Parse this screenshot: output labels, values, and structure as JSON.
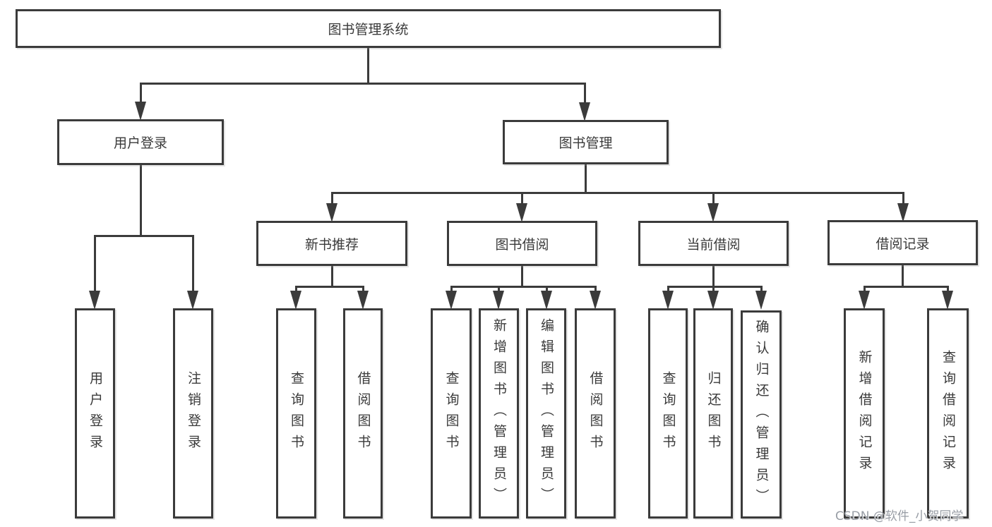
{
  "diagram": {
    "root": "图书管理系统",
    "level2": [
      "用户登录",
      "图书管理"
    ],
    "level3": [
      "新书推荐",
      "图书借阅",
      "当前借阅",
      "借阅记录"
    ],
    "leaves": {
      "user": [
        "用户登录",
        "注销登录"
      ],
      "recommend": [
        "查询图书",
        "借阅图书"
      ],
      "borrow": [
        "查询图书",
        "新增图书（管理员）",
        "编辑图书（管理员）",
        "借阅图书"
      ],
      "current": [
        "查询图书",
        "归还图书",
        "确认归还（管理员）"
      ],
      "records": [
        "新增借阅记录",
        "查询借阅记录"
      ]
    },
    "watermark": "CSDN @软件_小贺同学",
    "colors": {
      "line": "#3b3b3b",
      "text": "#3a3a3a",
      "box_fill": "#ffffff",
      "watermark": "#989da5"
    }
  }
}
